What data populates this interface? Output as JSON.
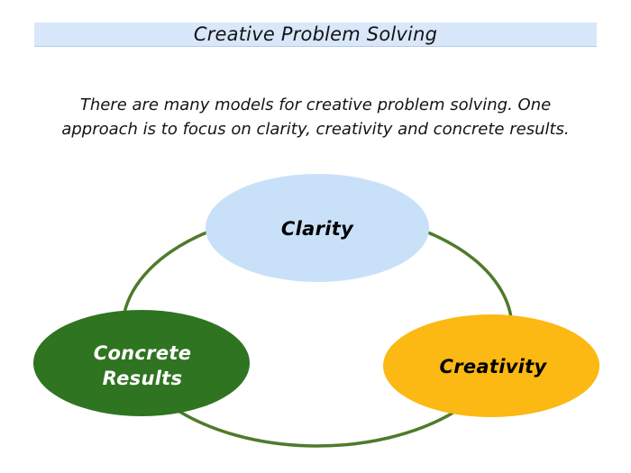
{
  "title": {
    "text": "Creative Problem Solving",
    "bar_color": "#D9E7FB"
  },
  "intro": {
    "lines": [
      "There are many models for creative problem solving. One",
      "approach is to focus on clarity, creativity and concrete results."
    ]
  },
  "diagram": {
    "type": "cycle-diagram",
    "ring_color": "#4E7B2B",
    "nodes": [
      {
        "id": "clarity",
        "label": "Clarity",
        "fill": "#C9E1F8",
        "text_color": "#000000",
        "position": "top-center"
      },
      {
        "id": "concrete-results",
        "label": "Concrete Results",
        "label_lines": [
          "Concrete",
          "Results"
        ],
        "fill": "#2F7421",
        "text_color": "#FFFFFF",
        "position": "bottom-left"
      },
      {
        "id": "creativity",
        "label": "Creativity",
        "fill": "#FCB813",
        "text_color": "#000000",
        "position": "bottom-right"
      }
    ]
  }
}
